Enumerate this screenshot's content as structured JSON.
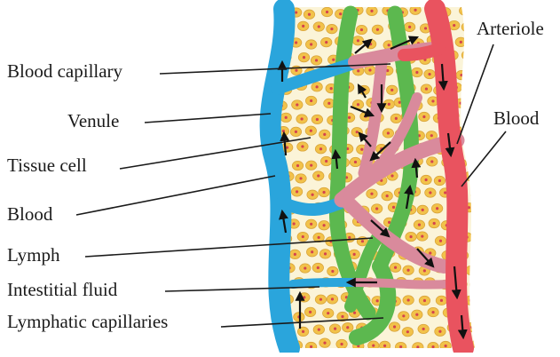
{
  "labels": {
    "blood_capillary": "Blood capillary",
    "venule": "Venule",
    "tissue_cell": "Tissue cell",
    "blood_left": "Blood",
    "lymph": "Lymph",
    "interstitial_fluid": "Intestitial fluid",
    "lymphatic_capillaries": "Lymphatic capillaries",
    "arteriole": "Arteriole",
    "blood_right": "Blood"
  },
  "colors": {
    "vein_blue": "#2aa5dc",
    "artery_red": "#e9535f",
    "capillary_pink": "#d98a9c",
    "lymph_green": "#5cb84f",
    "tissue_bg": "#fbf4d8",
    "cell_fill": "#f2c24a",
    "nucleus": "#d4444e",
    "leader_line": "#1a1a1a",
    "flow_arrow": "#111111"
  }
}
